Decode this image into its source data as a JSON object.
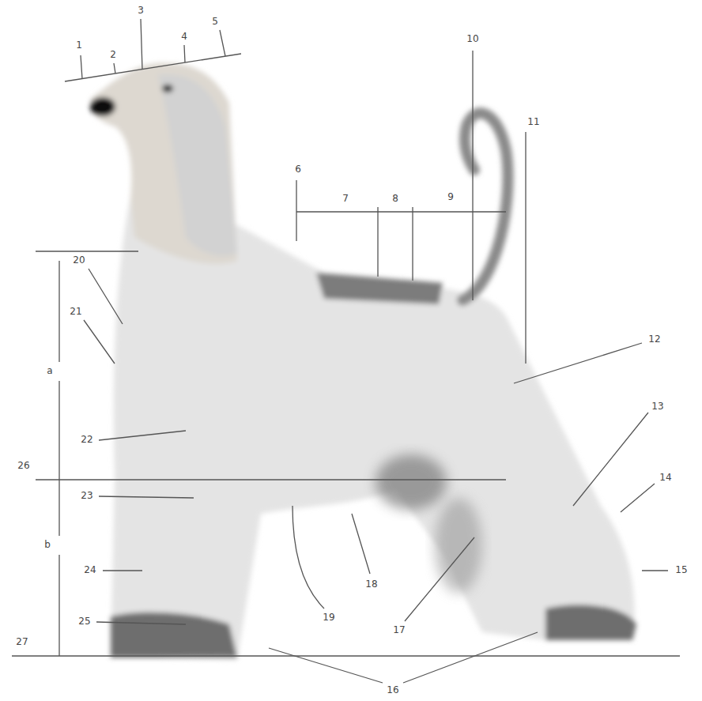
{
  "diagram": {
    "labels": [
      "1",
      "2",
      "3",
      "4",
      "5",
      "6",
      "7",
      "8",
      "9",
      "10",
      "11",
      "12",
      "13",
      "14",
      "15",
      "16",
      "17",
      "18",
      "19",
      "20",
      "21",
      "22",
      "23",
      "24",
      "25",
      "26",
      "27",
      "a",
      "b"
    ]
  }
}
